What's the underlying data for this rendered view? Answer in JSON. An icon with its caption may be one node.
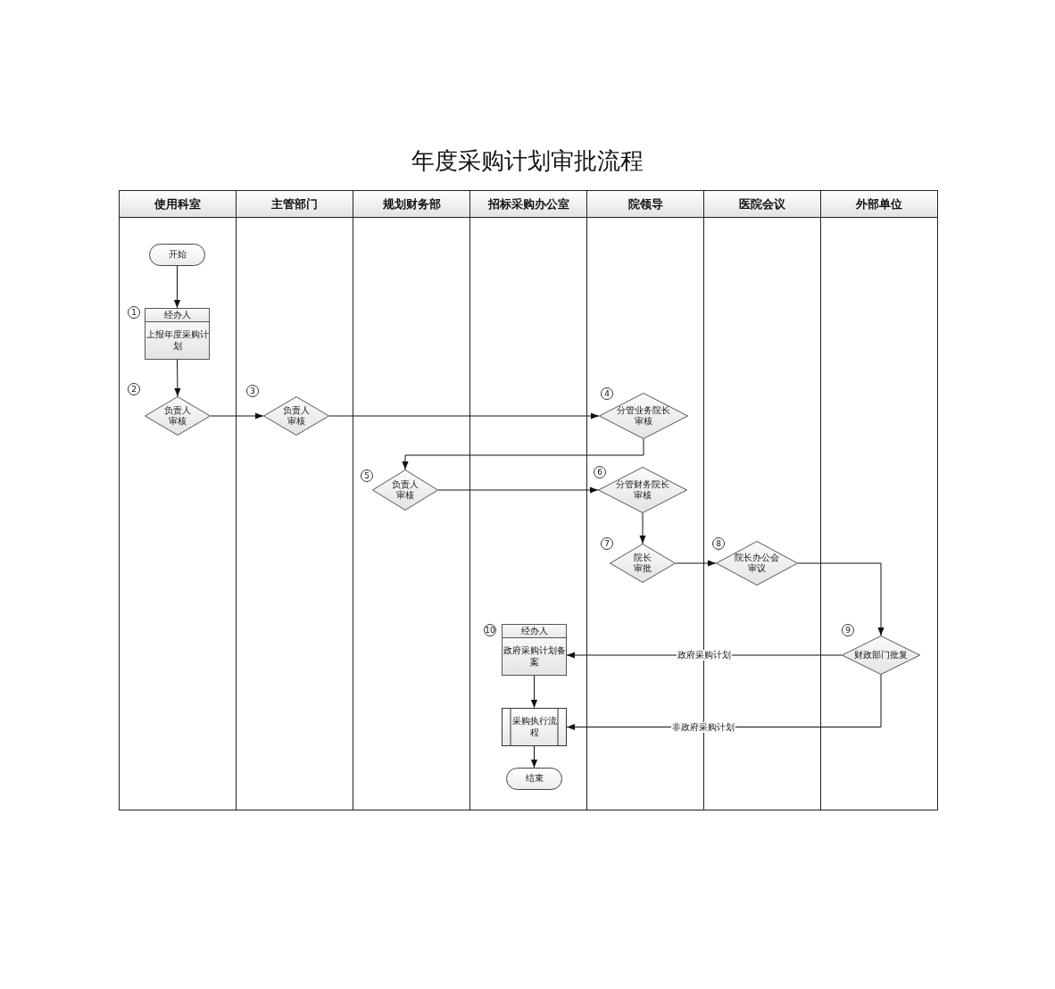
{
  "diagram": {
    "title": "年度采购计划审批流程",
    "nodes": [
      {
        "text": [
          "使用科室"
        ]
      },
      {
        "text": [
          "主管部门"
        ]
      },
      {
        "text": [
          "规划财务部"
        ]
      },
      {
        "text": [
          "招标采购办公室"
        ]
      },
      {
        "text": [
          "院领导"
        ]
      },
      {
        "text": [
          "医院会议"
        ]
      },
      {
        "text": [
          "外部单位"
        ]
      },
      {
        "text": [
          "开始"
        ],
        "in": 0
      },
      {
        "text": [
          "经办人",
          "上报年度采购计划"
        ],
        "in": 0,
        "beside": [
          "1"
        ]
      },
      {
        "text": [
          "负责人审核"
        ],
        "in": 0,
        "beside": [
          "2"
        ]
      },
      {
        "text": [
          "负责人审核"
        ],
        "in": 1,
        "beside": [
          "3"
        ]
      },
      {
        "text": [
          "分管业务院长审核"
        ],
        "in": 4,
        "beside": [
          "4"
        ]
      },
      {
        "text": [
          "负责人审核"
        ],
        "in": 2,
        "beside": [
          "5"
        ]
      },
      {
        "text": [
          "分管财务院长审核"
        ],
        "in": 4,
        "beside": [
          "6"
        ]
      },
      {
        "text": [
          "院长审批"
        ],
        "in": 4,
        "beside": [
          "7"
        ]
      },
      {
        "text": [
          "院长办公会审议"
        ],
        "in": 5,
        "beside": [
          "8"
        ]
      },
      {
        "text": [
          "财政部门批复"
        ],
        "in": 6,
        "beside": [
          "9"
        ]
      },
      {
        "text": [
          "经办人",
          "政府采购计划备案"
        ],
        "in": 3,
        "beside": [
          "10"
        ]
      },
      {
        "text": [
          "采购执行流程"
        ],
        "in": 3
      },
      {
        "text": [
          "结束"
        ],
        "in": 3
      }
    ],
    "edges": [
      {
        "from": 7,
        "to": 8,
        "arrow": "to"
      },
      {
        "from": 8,
        "to": 9,
        "arrow": "to"
      },
      {
        "from": 9,
        "to": 10,
        "arrow": "to"
      },
      {
        "from": 10,
        "to": 11,
        "arrow": "to"
      },
      {
        "from": 11,
        "to": 12,
        "arrow": "to"
      },
      {
        "from": 12,
        "to": 13,
        "arrow": "to"
      },
      {
        "from": 13,
        "to": 14,
        "arrow": "to"
      },
      {
        "from": 14,
        "to": 15,
        "arrow": "to"
      },
      {
        "from": 15,
        "to": 16,
        "arrow": "to"
      },
      {
        "from": 16,
        "to": 17,
        "arrow": "to",
        "label": "政府采购计划"
      },
      {
        "from": 16,
        "to": 18,
        "arrow": "to",
        "label": "非政府采购计划"
      },
      {
        "from": 17,
        "to": 18,
        "arrow": "to"
      },
      {
        "from": 18,
        "to": 19,
        "arrow": "to"
      }
    ]
  }
}
